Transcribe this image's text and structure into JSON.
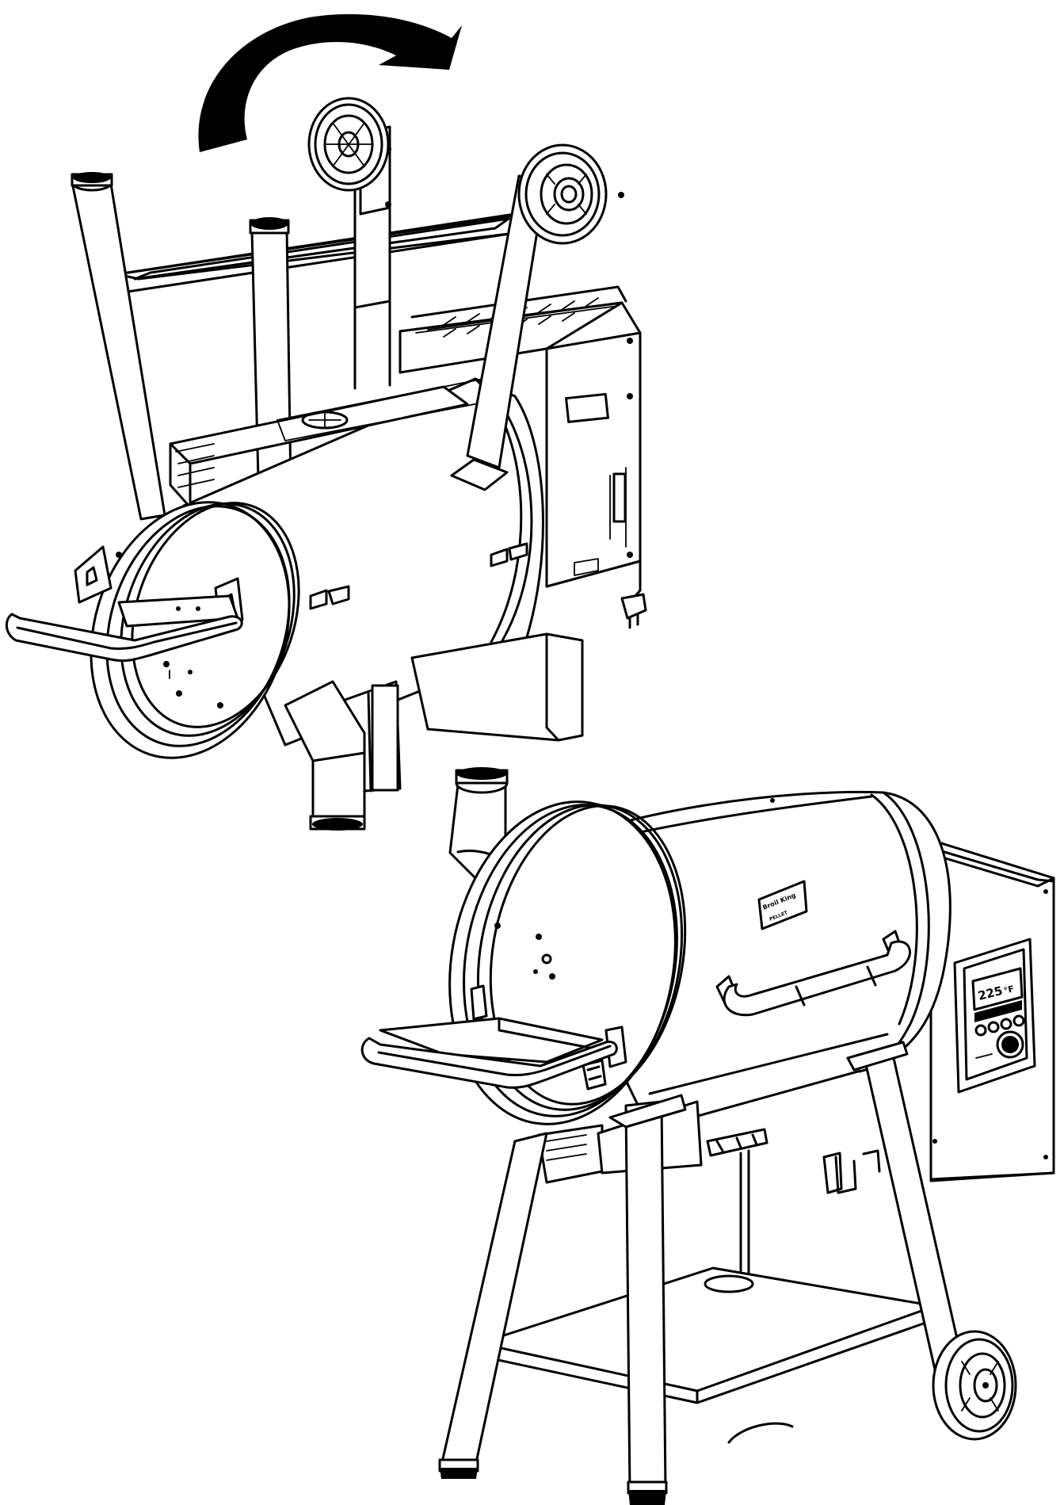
{
  "diagram": {
    "step": "flip-grill-upright",
    "brand_badge": {
      "line1": "Broil King",
      "line2": "PELLET"
    },
    "controller_display": {
      "temperature": "225",
      "unit": "°F"
    },
    "icons": [
      "rotation-arrow-icon",
      "wheel-icon",
      "foot-cap-icon",
      "power-plug-icon",
      "control-knob-icon"
    ],
    "colors": {
      "line": "#000000",
      "fill": "#ffffff"
    }
  }
}
